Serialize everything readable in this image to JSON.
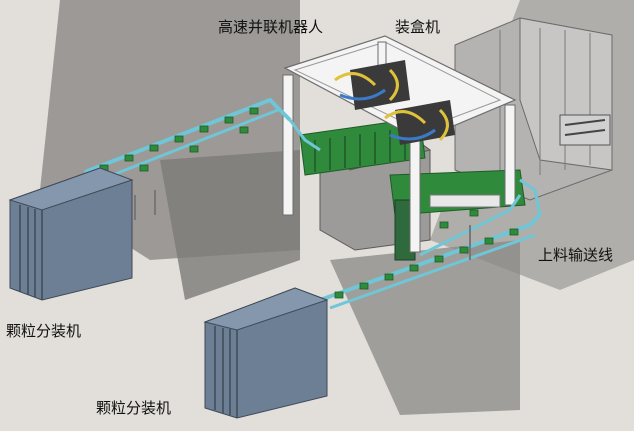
{
  "labels": {
    "robot": "高速并联机器人",
    "boxer": "装盒机",
    "feed_line": "上料输送线",
    "packer_1": "颗粒分装机",
    "packer_2": "颗粒分装机"
  },
  "colors": {
    "background": "#e2dfda",
    "shadow": "#8c8a87",
    "packer_blue": "#6d7f95",
    "conveyor_cyan": "#6fc6d6",
    "module_green": "#2f8a3c",
    "frame_white": "#f4f4f4",
    "housing_gray": "#a9a9a9"
  }
}
